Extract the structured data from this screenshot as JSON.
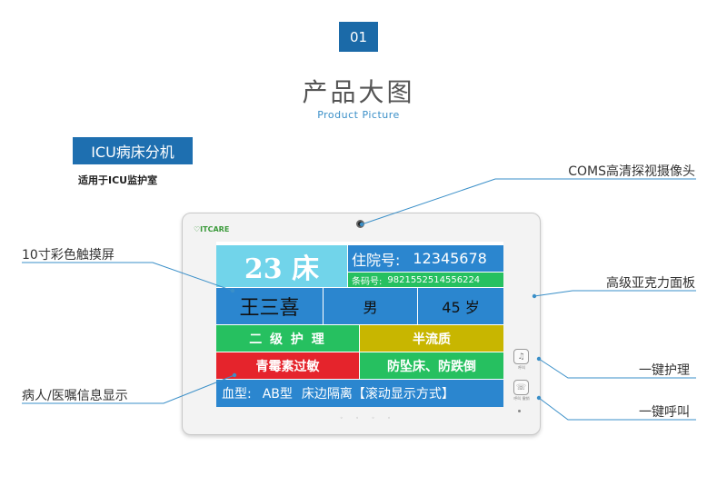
{
  "section": {
    "number": "01",
    "title_cn": "产品大图",
    "title_en": "Product  Picture"
  },
  "product": {
    "name": "ICU病床分机",
    "subtitle": "适用于ICU监护室"
  },
  "device": {
    "brand": "ITCARE"
  },
  "screen": {
    "bed": "23 床",
    "hospital_no_label": "住院号:",
    "hospital_no": "12345678",
    "barcode_label": "条码号:",
    "barcode": "9821552514556224",
    "patient_name": "王三喜",
    "gender": "男",
    "age": "45 岁",
    "care_level": "二 级 护 理",
    "diet": "半流质",
    "allergy": "青霉素过敏",
    "fall_warning": "防坠床、防跌倒",
    "blood_label": "血型:",
    "blood_type": "AB型",
    "scroll_text": "床边隔离【滚动显示方式】"
  },
  "buttons": {
    "care_icon": "bell-icon",
    "care_label": "呼叫",
    "call_icon": "phone-icon",
    "call_label": "呼叫 撤销"
  },
  "bottom_keys": "◦ ◦ ◦ ◦",
  "callouts": {
    "camera": "COMS高清探视摄像头",
    "screen": "10寸彩色触摸屏",
    "panel": "高级亚克力面板",
    "care_button": "一键护理",
    "info": "病人/医嘱信息显示",
    "call_button": "一键呼叫"
  },
  "colors": {
    "accent_blue": "#1e6fb0",
    "screen_blue": "#2b86cf",
    "screen_cyan": "#71d4ea",
    "screen_green": "#26c060",
    "screen_yellow": "#c8b600",
    "screen_red": "#e5242c"
  }
}
